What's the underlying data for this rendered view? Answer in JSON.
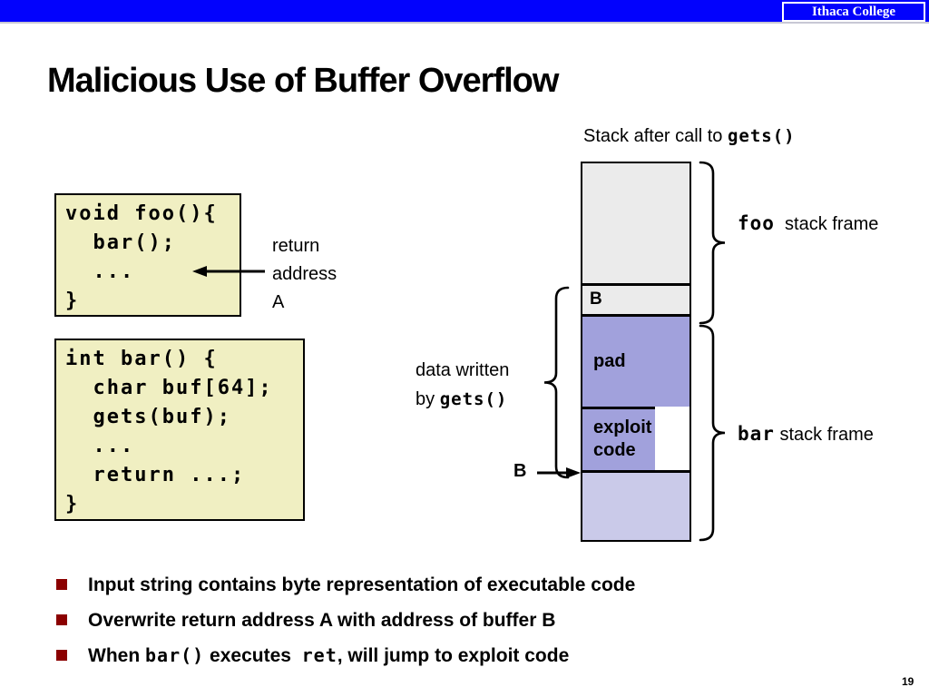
{
  "header": {
    "brand": "Ithaca College",
    "bar_color": "#0202fd"
  },
  "slide": {
    "title": "Malicious Use of Buffer Overflow",
    "page_number": "19"
  },
  "code_boxes": {
    "foo": {
      "lines": [
        "void foo(){",
        "  bar();",
        "  ...",
        "}"
      ]
    },
    "bar": {
      "lines": [
        "int bar() {",
        "  char buf[64];",
        "  gets(buf);",
        "  ...",
        "  return ...;",
        "}"
      ]
    }
  },
  "labels": {
    "return_address_line1": "return",
    "return_address_line2": "address",
    "return_address_line3": "A",
    "stack_caption_prefix": "Stack after call to ",
    "stack_caption_code": "gets()",
    "foo_frame_code": "foo",
    "foo_frame_rest": "  stack frame",
    "bar_frame_code": "bar",
    "bar_frame_rest": " stack frame",
    "data_written_line1": "data written",
    "data_written_prefix": "by ",
    "data_written_code": "gets()",
    "b_pointer": "B"
  },
  "stack": {
    "segments": [
      {
        "label": "",
        "color": "#ebebeb"
      },
      {
        "label": "B",
        "color": "#ebebeb"
      },
      {
        "label": "pad",
        "color": "#a1a1dc"
      },
      {
        "label": "exploit code",
        "color": "#a1a1dc"
      },
      {
        "label": "",
        "color": "#cacae9"
      }
    ]
  },
  "bullets": {
    "item1": "Input string contains byte representation of executable code",
    "item2": "Overwrite return address A with address of buffer B",
    "item3": {
      "t1": "When ",
      "c1": "bar()",
      "t2": " executes  ",
      "c2": "ret",
      "t3": ", will jump to exploit code"
    }
  },
  "colors": {
    "bullet_maroon": "#8b0000",
    "code_box_bg": "#f0efc2"
  }
}
